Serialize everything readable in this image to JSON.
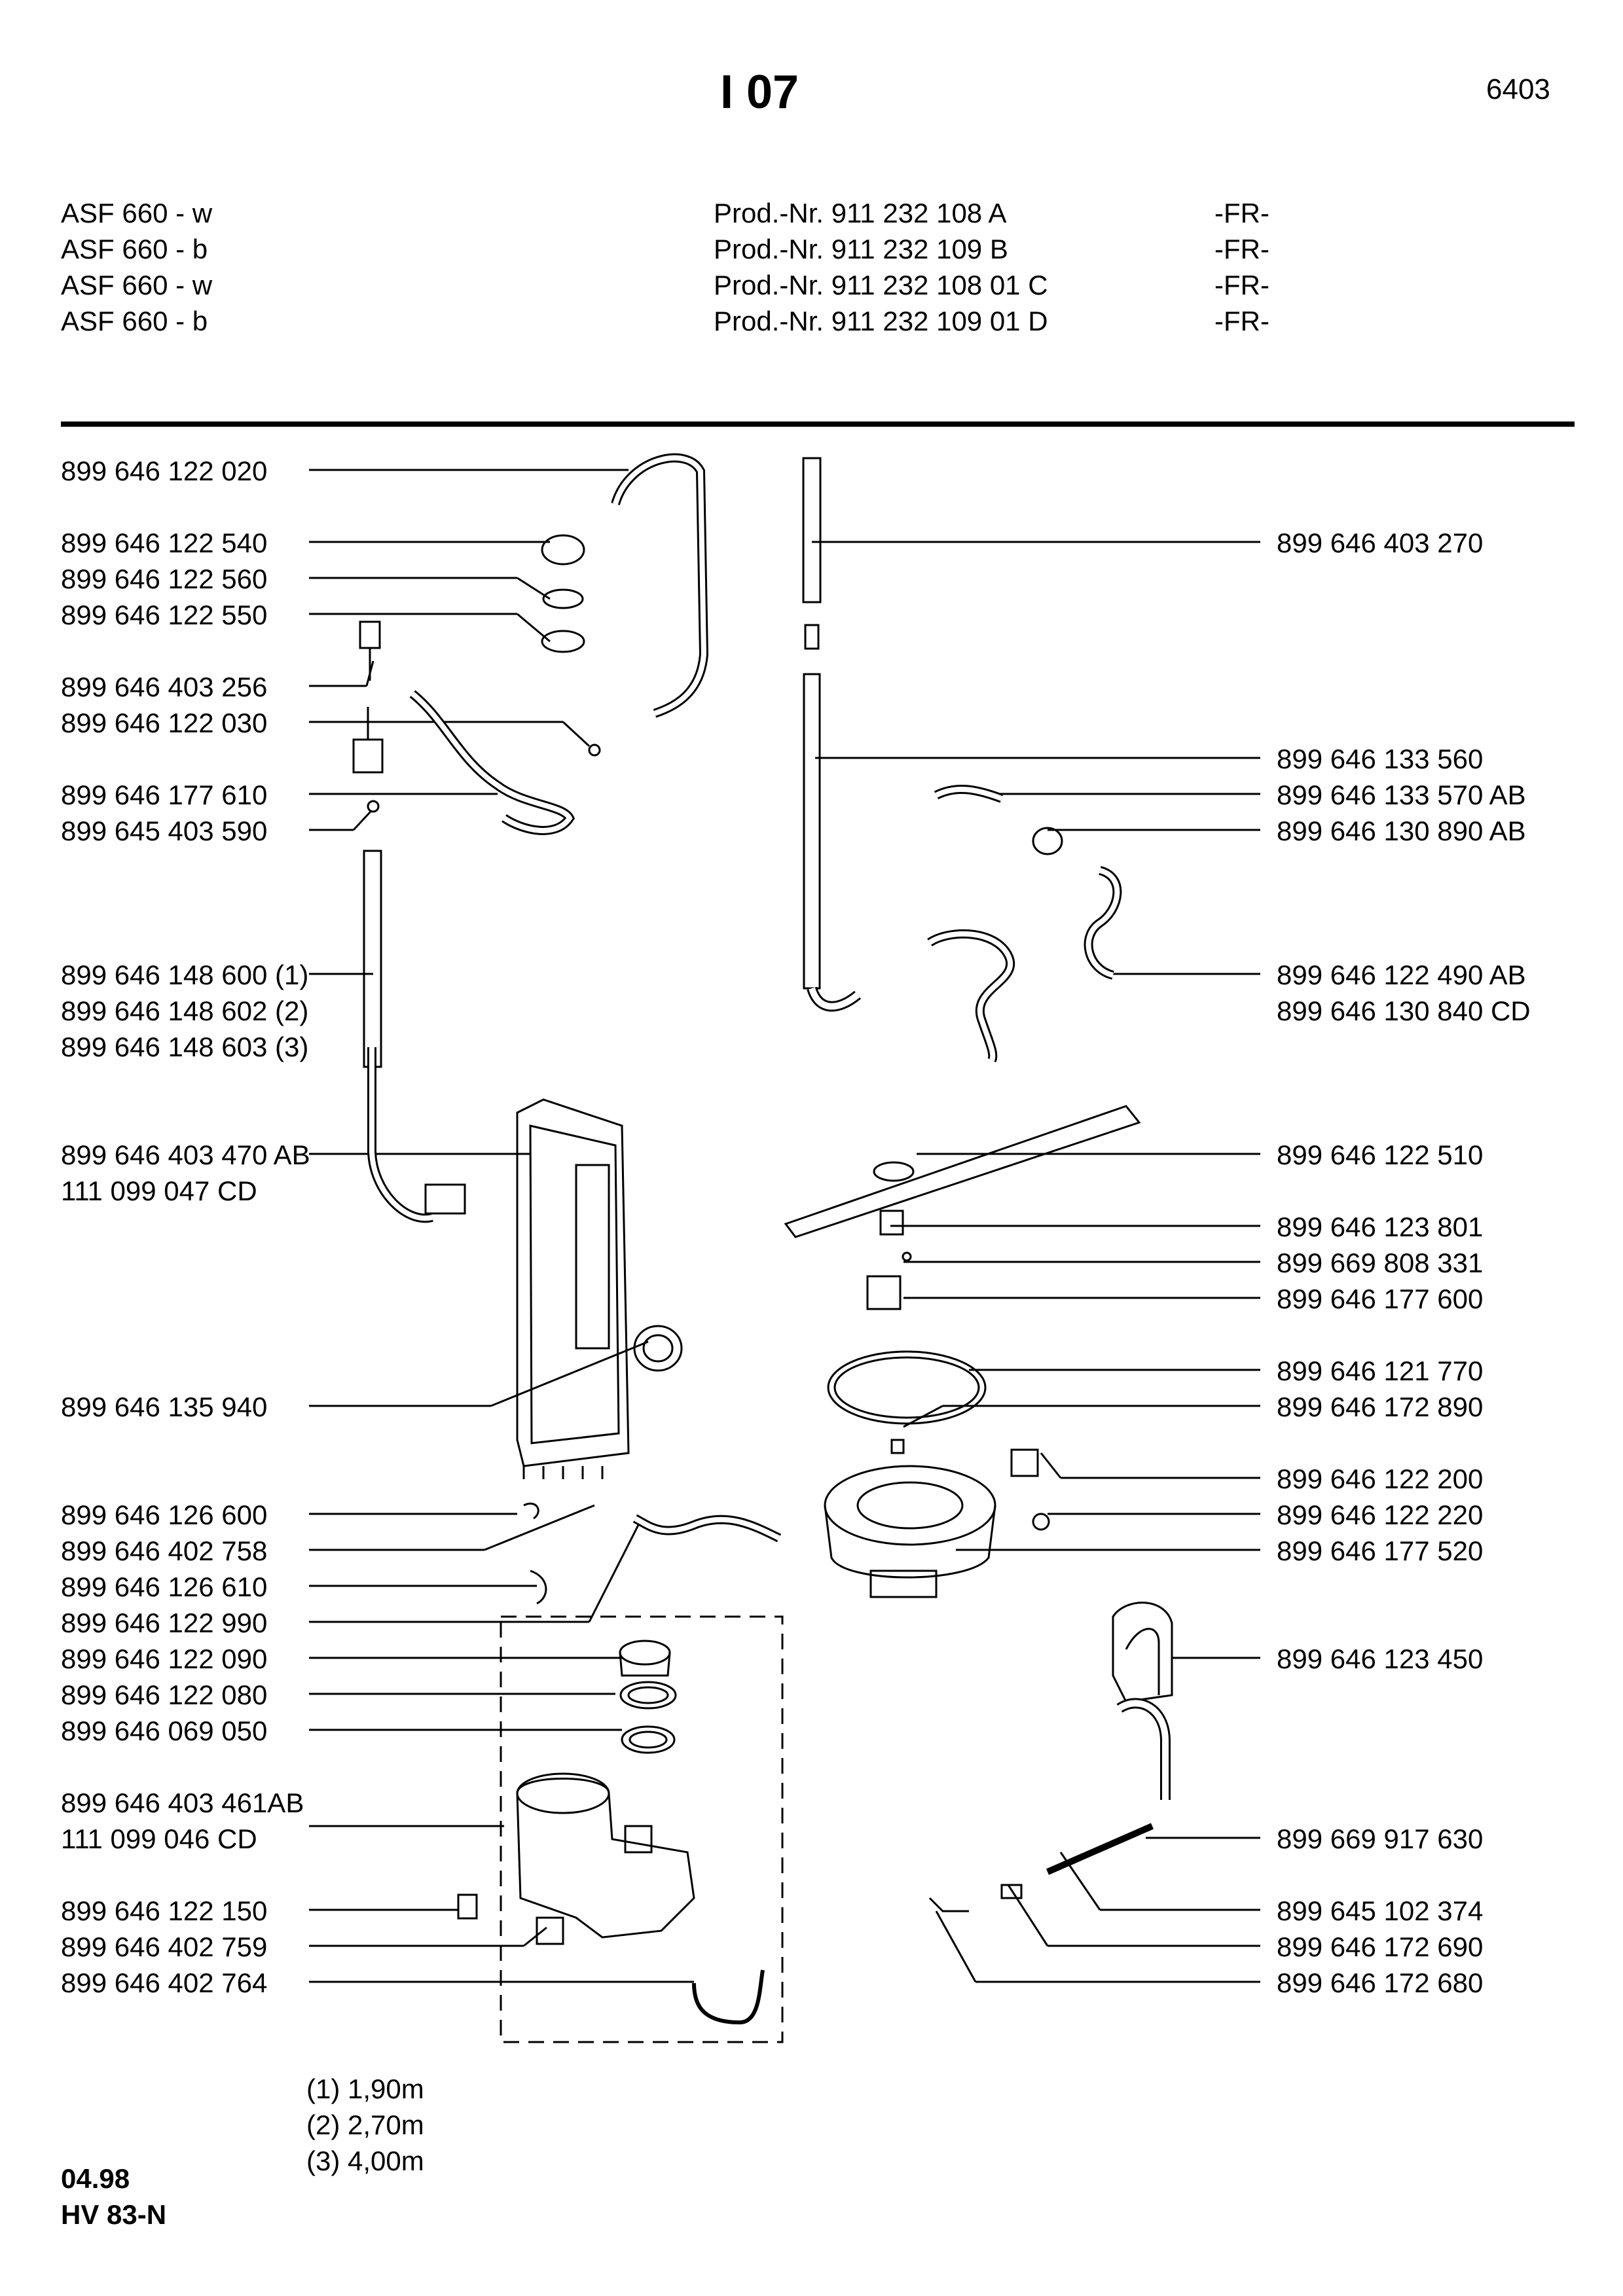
{
  "header": {
    "title": "I 07",
    "page_number": "6403"
  },
  "models": [
    {
      "model": "ASF 660 - w",
      "prod": "Prod.-Nr. 911 232 108 A",
      "market": "-FR-"
    },
    {
      "model": "ASF 660 - b",
      "prod": "Prod.-Nr. 911 232 109 B",
      "market": "-FR-"
    },
    {
      "model": "ASF 660 - w",
      "prod": "Prod.-Nr. 911 232 108 01 C",
      "market": "-FR-"
    },
    {
      "model": "ASF 660 - b",
      "prod": "Prod.-Nr. 911 232 109 01 D",
      "market": "-FR-"
    }
  ],
  "left_parts": [
    "899 646 122 020",
    "899 646 122 540",
    "899 646 122 560",
    "899 646 122 550",
    "899 646 403 256",
    "899 646 122 030",
    "899 646 177 610",
    "899 645 403 590",
    "899 646 148 600 (1)",
    "899 646 148 602 (2)",
    "899 646 148 603 (3)",
    "899 646 403 470 AB",
    "111 099 047 CD",
    "899 646 135 940",
    "899 646 126 600",
    "899 646 402 758",
    "899 646 126 610",
    "899 646 122 990",
    "899 646 122 090",
    "899 646 122 080",
    "899 646 069 050",
    "899 646 403 461AB",
    "111 099 046 CD",
    "899 646 122 150",
    "899 646 402 759",
    "899 646 402 764"
  ],
  "right_parts": [
    "899 646 403 270",
    "899 646 133 560",
    "899 646 133 570 AB",
    "899 646 130 890 AB",
    "899 646 122 490 AB",
    "899 646 130 840 CD",
    "899 646 122 510",
    "899 646 123 801",
    "899 669 808 331",
    "899 646 177 600",
    "899 646 121 770",
    "899 646 172 890",
    "899 646 122 200",
    "899 646 122 220",
    "899 646 177 520",
    "899 646 123 450",
    "899 669 917 630",
    "899 645 102 374",
    "899 646 172 690",
    "899 646 172 680"
  ],
  "notes": [
    "(1) 1,90m",
    "(2) 2,70m",
    "(3) 4,00m"
  ],
  "footer": {
    "date": "04.98",
    "code": "HV 83-N"
  }
}
